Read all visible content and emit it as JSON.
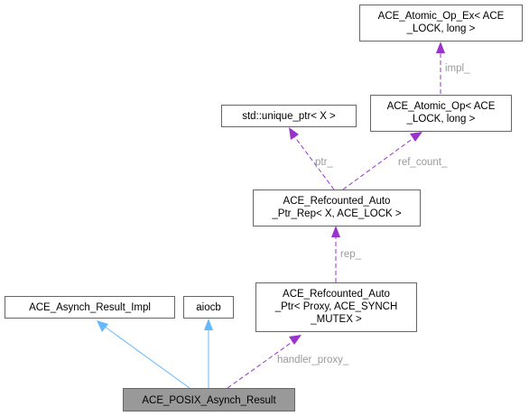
{
  "nodes": {
    "atomic_op_ex": {
      "lines": [
        "ACE_Atomic_Op_Ex< ACE",
        "_LOCK, long >"
      ]
    },
    "unique_ptr": {
      "lines": [
        "std::unique_ptr< X >"
      ]
    },
    "atomic_op": {
      "lines": [
        "ACE_Atomic_Op< ACE",
        "_LOCK, long >"
      ]
    },
    "refcounted_rep": {
      "lines": [
        "ACE_Refcounted_Auto",
        "_Ptr_Rep< X, ACE_LOCK >"
      ]
    },
    "asynch_result_impl": {
      "lines": [
        "ACE_Asynch_Result_Impl"
      ]
    },
    "aiocb": {
      "lines": [
        "aiocb"
      ]
    },
    "refcounted_ptr": {
      "lines": [
        "ACE_Refcounted_Auto",
        "_Ptr< Proxy, ACE_SYNCH",
        "_MUTEX >"
      ]
    },
    "posix_asynch_result": {
      "lines": [
        "ACE_POSIX_Asynch_Result"
      ]
    }
  },
  "edges": {
    "impl": "impl_",
    "ptr": "ptr_",
    "ref_count": "ref_count_",
    "rep": "rep_",
    "handler_proxy": "handler_proxy_"
  },
  "colors": {
    "usage_edge": "#9a32cd",
    "inheritance_edge": "#63b8ff",
    "focus_fill": "#999999",
    "label_text": "#9a9a9a"
  }
}
